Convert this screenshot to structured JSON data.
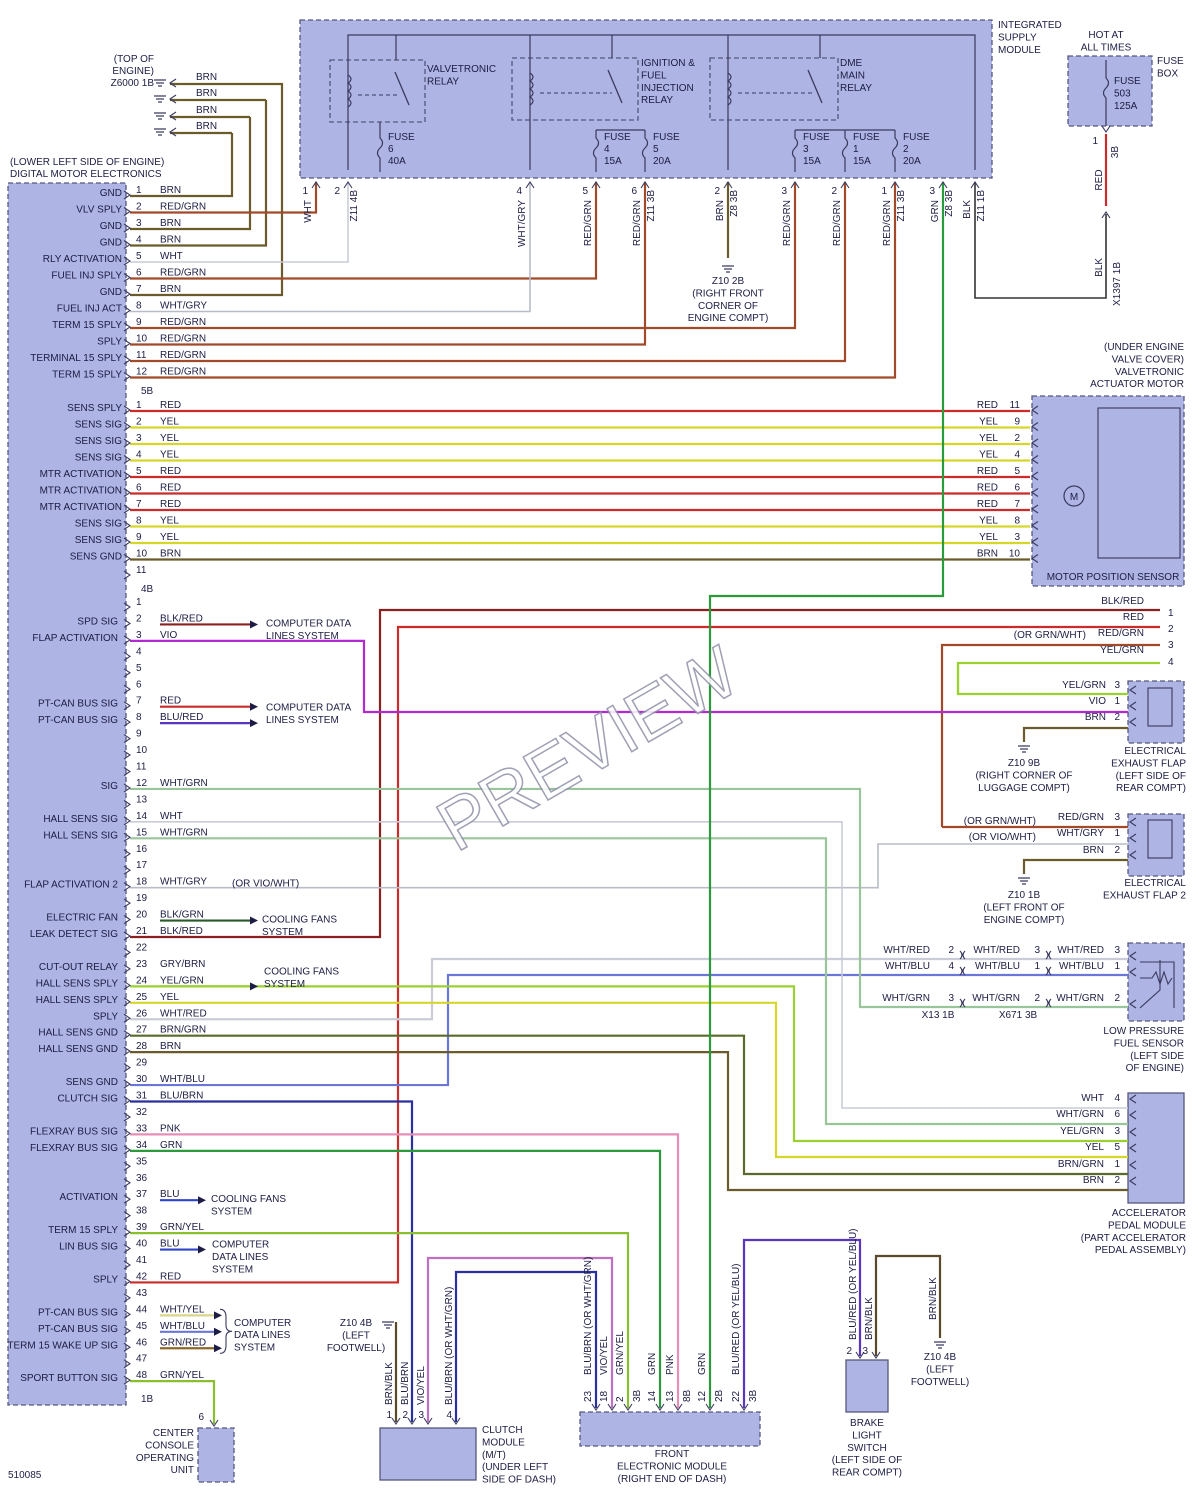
{
  "colors": {
    "BRN": "#6b5a2a",
    "RED": "#cc2b2b",
    "GRN": "#2a9a3a",
    "YEL": "#d6d62a",
    "WHT": "#c9ccd8",
    "BLU": "#2f44c9",
    "VIO": "#b02ad0",
    "BLK": "#333333",
    "PNK": "#e58fb8",
    "GRY": "#9a9aa8",
    "RED/GRN": "#a04a2a",
    "WHT/GRY": "#b8bcc8",
    "BLK/RED": "#8a2020",
    "BLU/RED": "#5a35c0",
    "WHT/GRN": "#9ac49a",
    "WHT/BLU": "#6a76d8",
    "BLU/BRN": "#2a2fa0",
    "BRN/GRN": "#5a6a2a",
    "GRN/YEL": "#8ac030",
    "YEL/GRN": "#9ad030",
    "WHT/YEL": "#d8d68a",
    "GRN/RED": "#8a6a2a",
    "BRN/BLK": "#5a4a2a",
    "VIO/YEL": "#c070c0",
    "GRY/BRN": "#8a7a60",
    "BLK/GRN": "#2a5a2a",
    "panel": "#aeb4e3",
    "outline": "#56597e",
    "text": "#1c1c44"
  },
  "ism": {
    "title": "INTEGRATED SUPPLY MODULE",
    "relays": [
      "VALVETRONIC RELAY",
      "IGNITION & FUEL INJECTION RELAY",
      "DME MAIN RELAY"
    ],
    "fuses": [
      {
        "name": "FUSE",
        "num": "6",
        "amp": "40A"
      },
      {
        "name": "FUSE",
        "num": "4",
        "amp": "15A"
      },
      {
        "name": "FUSE",
        "num": "5",
        "amp": "20A"
      },
      {
        "name": "FUSE",
        "num": "3",
        "amp": "15A"
      },
      {
        "name": "FUSE",
        "num": "1",
        "amp": "15A"
      },
      {
        "name": "FUSE",
        "num": "2",
        "amp": "20A"
      }
    ],
    "pins": [
      {
        "num": "1",
        "color": "WHT",
        "conn": ""
      },
      {
        "num": "2",
        "color": "",
        "conn": "Z11 4B"
      },
      {
        "num": "4",
        "color": "WHT/GRY",
        "conn": ""
      },
      {
        "num": "5",
        "color": "RED/GRN",
        "conn": ""
      },
      {
        "num": "6",
        "color": "RED/GRN",
        "conn": "Z11 3B"
      },
      {
        "num": "2",
        "color": "BRN",
        "conn": "Z8 3B"
      },
      {
        "num": "3",
        "color": "RED/GRN",
        "conn": ""
      },
      {
        "num": "2",
        "color": "RED/GRN",
        "conn": ""
      },
      {
        "num": "1",
        "color": "RED/GRN",
        "conn": "Z11 3B"
      },
      {
        "num": "3",
        "color": "GRN",
        "conn": "Z8 3B"
      },
      {
        "num": "",
        "color": "BLK",
        "conn": "Z11 1B"
      }
    ]
  },
  "top_engine": {
    "loc": [
      "(TOP OF",
      "ENGINE)"
    ],
    "conn": "Z6000 1B",
    "wires": [
      "BRN",
      "BRN",
      "BRN",
      "BRN"
    ]
  },
  "ground_z10_2b": [
    "Z10 2B",
    "(RIGHT FRONT",
    "CORNER OF",
    "ENGINE COMPT)"
  ],
  "fuse_box": {
    "hot": [
      "HOT AT",
      "ALL TIMES"
    ],
    "title": [
      "FUSE",
      "BOX"
    ],
    "fuse": [
      "FUSE",
      "503",
      "125A"
    ],
    "pin": "1",
    "conn": "3B",
    "wire": "RED",
    "wire2": "BLK",
    "conn2": "X1397 1B"
  },
  "dme": {
    "title": [
      "(LOWER LEFT SIDE OF ENGINE)",
      "DIGITAL MOTOR ELECTRONICS"
    ],
    "connectors": [
      "5B",
      "4B",
      "1B"
    ]
  },
  "group1": [
    {
      "label": "GND",
      "num": "1",
      "color": "BRN"
    },
    {
      "label": "VLV SPLY",
      "num": "2",
      "color": "RED/GRN"
    },
    {
      "label": "GND",
      "num": "3",
      "color": "BRN"
    },
    {
      "label": "GND",
      "num": "4",
      "color": "BRN"
    },
    {
      "label": "RLY ACTIVATION",
      "num": "5",
      "color": "WHT"
    },
    {
      "label": "FUEL INJ SPLY",
      "num": "6",
      "color": "RED/GRN"
    },
    {
      "label": "GND",
      "num": "7",
      "color": "BRN"
    },
    {
      "label": "FUEL INJ ACT",
      "num": "8",
      "color": "WHT/GRY"
    },
    {
      "label": "TERM 15 SPLY",
      "num": "9",
      "color": "RED/GRN"
    },
    {
      "label": "SPLY",
      "num": "10",
      "color": "RED/GRN"
    },
    {
      "label": "TERMINAL 15 SPLY",
      "num": "11",
      "color": "RED/GRN"
    },
    {
      "label": "TERM 15 SPLY",
      "num": "12",
      "color": "RED/GRN"
    }
  ],
  "group2": [
    {
      "label": "SENS SPLY",
      "num": "1",
      "color": "RED",
      "rcolor": "RED",
      "rpin": "11"
    },
    {
      "label": "SENS SIG",
      "num": "2",
      "color": "YEL",
      "rcolor": "YEL",
      "rpin": "9"
    },
    {
      "label": "SENS SIG",
      "num": "3",
      "color": "YEL",
      "rcolor": "YEL",
      "rpin": "2"
    },
    {
      "label": "SENS SIG",
      "num": "4",
      "color": "YEL",
      "rcolor": "YEL",
      "rpin": "4"
    },
    {
      "label": "MTR ACTIVATION",
      "num": "5",
      "color": "RED",
      "rcolor": "RED",
      "rpin": "5"
    },
    {
      "label": "MTR ACTIVATION",
      "num": "6",
      "color": "RED",
      "rcolor": "RED",
      "rpin": "6"
    },
    {
      "label": "MTR ACTIVATION",
      "num": "7",
      "color": "RED",
      "rcolor": "RED",
      "rpin": "7"
    },
    {
      "label": "SENS SIG",
      "num": "8",
      "color": "YEL",
      "rcolor": "YEL",
      "rpin": "8"
    },
    {
      "label": "SENS SIG",
      "num": "9",
      "color": "YEL",
      "rcolor": "YEL",
      "rpin": "3"
    },
    {
      "label": "SENS GND",
      "num": "10",
      "color": "BRN",
      "rcolor": "BRN",
      "rpin": "10"
    },
    {
      "label": "",
      "num": "11",
      "color": "",
      "rcolor": "",
      "rpin": ""
    }
  ],
  "group3": [
    {
      "label": "",
      "num": "1",
      "color": ""
    },
    {
      "label": "SPD SIG",
      "num": "2",
      "color": "BLK/RED"
    },
    {
      "label": "FLAP ACTIVATION",
      "num": "3",
      "color": "VIO"
    },
    {
      "label": "",
      "num": "4",
      "color": ""
    },
    {
      "label": "",
      "num": "5",
      "color": ""
    },
    {
      "label": "",
      "num": "6",
      "color": ""
    },
    {
      "label": "PT-CAN BUS SIG",
      "num": "7",
      "color": "RED"
    },
    {
      "label": "PT-CAN BUS SIG",
      "num": "8",
      "color": "BLU/RED"
    },
    {
      "label": "",
      "num": "9",
      "color": ""
    },
    {
      "label": "",
      "num": "10",
      "color": ""
    },
    {
      "label": "",
      "num": "11",
      "color": ""
    },
    {
      "label": "SIG",
      "num": "12",
      "color": "WHT/GRN"
    },
    {
      "label": "",
      "num": "13",
      "color": ""
    },
    {
      "label": "HALL SENS SIG",
      "num": "14",
      "color": "WHT"
    },
    {
      "label": "HALL SENS SIG",
      "num": "15",
      "color": "WHT/GRN"
    },
    {
      "label": "",
      "num": "16",
      "color": ""
    },
    {
      "label": "",
      "num": "17",
      "color": ""
    },
    {
      "label": "FLAP ACTIVATION 2",
      "num": "18",
      "color": "WHT/GRY",
      "alt": "(OR VIO/WHT)"
    },
    {
      "label": "",
      "num": "19",
      "color": ""
    },
    {
      "label": "ELECTRIC FAN",
      "num": "20",
      "color": "BLK/GRN"
    },
    {
      "label": "LEAK DETECT SIG",
      "num": "21",
      "color": "BLK/RED"
    },
    {
      "label": "",
      "num": "22",
      "color": ""
    },
    {
      "label": "CUT-OUT RELAY",
      "num": "23",
      "color": "GRY/BRN"
    },
    {
      "label": "HALL SENS SPLY",
      "num": "24",
      "color": "YEL/GRN"
    },
    {
      "label": "HALL SENS SPLY",
      "num": "25",
      "color": "YEL"
    },
    {
      "label": "SPLY",
      "num": "26",
      "color": "WHT/RED"
    },
    {
      "label": "HALL SENS GND",
      "num": "27",
      "color": "BRN/GRN"
    },
    {
      "label": "HALL SENS GND",
      "num": "28",
      "color": "BRN"
    },
    {
      "label": "",
      "num": "29",
      "color": ""
    },
    {
      "label": "SENS GND",
      "num": "30",
      "color": "WHT/BLU"
    },
    {
      "label": "CLUTCH SIG",
      "num": "31",
      "color": "BLU/BRN"
    },
    {
      "label": "",
      "num": "32",
      "color": ""
    },
    {
      "label": "FLEXRAY BUS SIG",
      "num": "33",
      "color": "PNK"
    },
    {
      "label": "FLEXRAY BUS SIG",
      "num": "34",
      "color": "GRN"
    },
    {
      "label": "",
      "num": "35",
      "color": ""
    },
    {
      "label": "",
      "num": "36",
      "color": ""
    },
    {
      "label": "ACTIVATION",
      "num": "37",
      "color": "BLU"
    },
    {
      "label": "",
      "num": "38",
      "color": ""
    },
    {
      "label": "TERM 15 SPLY",
      "num": "39",
      "color": "GRN/YEL"
    },
    {
      "label": "LIN BUS SIG",
      "num": "40",
      "color": "BLU"
    },
    {
      "label": "",
      "num": "41",
      "color": ""
    },
    {
      "label": "SPLY",
      "num": "42",
      "color": "RED"
    },
    {
      "label": "",
      "num": "43",
      "color": ""
    },
    {
      "label": "PT-CAN BUS SIG",
      "num": "44",
      "color": "WHT/YEL"
    },
    {
      "label": "PT-CAN BUS SIG",
      "num": "45",
      "color": "WHT/BLU"
    },
    {
      "label": "TERM 15 WAKE UP SIG",
      "num": "46",
      "color": "GRN/RED"
    },
    {
      "label": "",
      "num": "47",
      "color": ""
    },
    {
      "label": "SPORT BUTTON SIG",
      "num": "48",
      "color": "GRN/YEL"
    }
  ],
  "refs": {
    "cdl": [
      "COMPUTER DATA",
      "LINES SYSTEM"
    ],
    "cdl3": [
      "COMPUTER",
      "DATA LINES",
      "SYSTEM"
    ],
    "fans": [
      "COOLING FANS",
      "SYSTEM"
    ]
  },
  "valvetronic_motor": {
    "title": [
      "(UNDER ENGINE",
      "VALVE COVER)",
      "VALVETRONIC",
      "ACTUATOR MOTOR"
    ],
    "sensor": "MOTOR POSITION SENSOR",
    "motor": "M"
  },
  "right_bus": [
    {
      "color": "BLK/RED",
      "pin": "1"
    },
    {
      "color": "RED",
      "pin": "2"
    },
    {
      "color": "RED/GRN",
      "alt": "(OR GRN/WHT)",
      "pin": "3"
    },
    {
      "color": "YEL/GRN",
      "pin": "4"
    }
  ],
  "exhaust_flap": {
    "pins": [
      {
        "color": "YEL/GRN",
        "pin": "3"
      },
      {
        "color": "VIO",
        "pin": "1"
      },
      {
        "color": "BRN",
        "pin": "2"
      }
    ],
    "title": [
      "ELECTRICAL",
      "EXHAUST FLAP",
      "(LEFT SIDE OF",
      "REAR COMPT)"
    ],
    "ground": [
      "Z10 9B",
      "(RIGHT CORNER OF",
      "LUGGAGE COMPT)"
    ]
  },
  "exhaust_flap2": {
    "pins": [
      {
        "color": "RED/GRN",
        "alt": "(OR GRN/WHT)",
        "pin": "3"
      },
      {
        "color": "WHT/GRY",
        "alt": "(OR VIO/WHT)",
        "pin": "1"
      },
      {
        "color": "BRN",
        "pin": "2"
      }
    ],
    "title": [
      "ELECTRICAL",
      "EXHAUST FLAP 2"
    ],
    "ground": [
      "Z10 1B",
      "(LEFT FRONT OF",
      "ENGINE COMPT)"
    ]
  },
  "fuel_sensor": {
    "rows": [
      {
        "a": "WHT/RED",
        "ap": "2",
        "b": "WHT/RED",
        "bp": "3",
        "c": "WHT/RED",
        "cp": "3"
      },
      {
        "a": "WHT/BLU",
        "ap": "4",
        "b": "WHT/BLU",
        "bp": "1",
        "c": "WHT/BLU",
        "cp": "1"
      },
      {
        "a": "WHT/GRN",
        "ap": "3",
        "b": "WHT/GRN",
        "bp": "2",
        "c": "WHT/GRN",
        "cp": "2"
      }
    ],
    "conn1": "X13 1B",
    "conn2": "X671 3B",
    "title": [
      "LOW PRESSURE",
      "FUEL SENSOR",
      "(LEFT SIDE",
      "OF ENGINE)"
    ]
  },
  "accel_pedal": {
    "pins": [
      {
        "color": "WHT",
        "pin": "4"
      },
      {
        "color": "WHT/GRN",
        "pin": "6"
      },
      {
        "color": "YEL/GRN",
        "pin": "3"
      },
      {
        "color": "YEL",
        "pin": "5"
      },
      {
        "color": "BRN/GRN",
        "pin": "1"
      },
      {
        "color": "BRN",
        "pin": "2"
      }
    ],
    "title": [
      "ACCELERATOR",
      "PEDAL MODULE",
      "(PART ACCELERATOR",
      "PEDAL ASSEMBLY)"
    ]
  },
  "center_console": {
    "title": [
      "CENTER",
      "CONSOLE",
      "OPERATING",
      "UNIT"
    ],
    "pin": "6"
  },
  "clutch": {
    "pins": [
      {
        "color": "BRN/BLK",
        "pin": "1"
      },
      {
        "color": "BLU/BRN",
        "pin": "2"
      },
      {
        "color": "VIO/YEL",
        "pin": "3"
      },
      {
        "color": "BLU/BRN (OR WHT/GRN)",
        "pin": "4"
      }
    ],
    "ground": [
      "Z10 4B",
      "(LEFT",
      "FOOTWELL)"
    ],
    "title": [
      "CLUTCH",
      "MODULE",
      "(M/T)",
      "(UNDER LEFT",
      "SIDE OF DASH)"
    ]
  },
  "fem": {
    "pins": [
      {
        "color": "BLU/BRN (OR WHT/GRN)",
        "pin": "23"
      },
      {
        "color": "VIO/YEL",
        "pin": "18"
      },
      {
        "color": "GRN/YEL",
        "pin": "2"
      },
      {
        "color": "GRN",
        "pin": "14"
      },
      {
        "color": "PNK",
        "pin": "13"
      },
      {
        "color": "GRN",
        "pin": "12"
      },
      {
        "color": "BLU/RED (OR YEL/BLU)",
        "pin": "22"
      }
    ],
    "conns": [
      "3B",
      "8B",
      "2B",
      "3B"
    ],
    "title": [
      "FRONT",
      "ELECTRONIC MODULE",
      "(RIGHT END OF DASH)"
    ]
  },
  "brake": {
    "pins": [
      {
        "color": "BLU/RED (OR YEL/BLU)",
        "pin": "2"
      },
      {
        "color": "BRN/BLK",
        "pin": "3"
      }
    ],
    "title": [
      "BRAKE",
      "LIGHT",
      "SWITCH",
      "(LEFT SIDE OF",
      "REAR COMPT)"
    ],
    "gwire": "BRN/BLK",
    "ground": [
      "Z10 4B",
      "(LEFT",
      "FOOTWELL)"
    ]
  },
  "diagram_id": "510085",
  "watermark": "PREVIEW"
}
